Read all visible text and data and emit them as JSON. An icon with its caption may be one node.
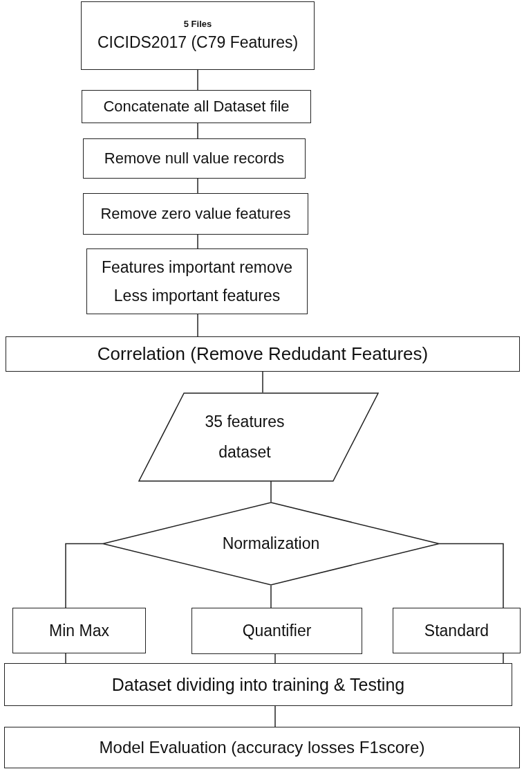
{
  "diagram": {
    "nodes": [
      {
        "text": [
          "5 Files",
          "CICIDS2017 (C79 Features)"
        ]
      },
      {
        "text": [
          "Concatenate all Dataset file"
        ]
      },
      {
        "text": [
          "Remove null value records"
        ]
      },
      {
        "text": [
          "Remove zero value features"
        ]
      },
      {
        "text": [
          "Features important remove Less important features"
        ]
      },
      {
        "text": [
          "Correlation (Remove Redudant Features)"
        ]
      },
      {
        "text": [
          "35 features dataset"
        ]
      },
      {
        "text": [
          "Normalization"
        ]
      },
      {
        "text": [
          "Min Max"
        ]
      },
      {
        "text": [
          "Quantifier"
        ]
      },
      {
        "text": [
          "Standard"
        ]
      },
      {
        "text": [
          "Dataset dividing into training & Testing"
        ]
      },
      {
        "text": [
          "Model Evaluation (accuracy losses F1score)"
        ]
      }
    ],
    "edges": [
      {
        "from": 0,
        "to": 1,
        "arrow": "none"
      },
      {
        "from": 1,
        "to": 2,
        "arrow": "none"
      },
      {
        "from": 2,
        "to": 3,
        "arrow": "none"
      },
      {
        "from": 3,
        "to": 4,
        "arrow": "none"
      },
      {
        "from": 4,
        "to": 5,
        "arrow": "none"
      },
      {
        "from": 5,
        "to": 6,
        "arrow": "none"
      },
      {
        "from": 6,
        "to": 7,
        "arrow": "none"
      },
      {
        "from": 7,
        "to": 8,
        "arrow": "none"
      },
      {
        "from": 7,
        "to": 9,
        "arrow": "none"
      },
      {
        "from": 7,
        "to": 10,
        "arrow": "none"
      },
      {
        "from": 8,
        "to": 11,
        "arrow": "none"
      },
      {
        "from": 9,
        "to": 11,
        "arrow": "none"
      },
      {
        "from": 10,
        "to": 11,
        "arrow": "none"
      },
      {
        "from": 11,
        "to": 12,
        "arrow": "none"
      }
    ]
  }
}
